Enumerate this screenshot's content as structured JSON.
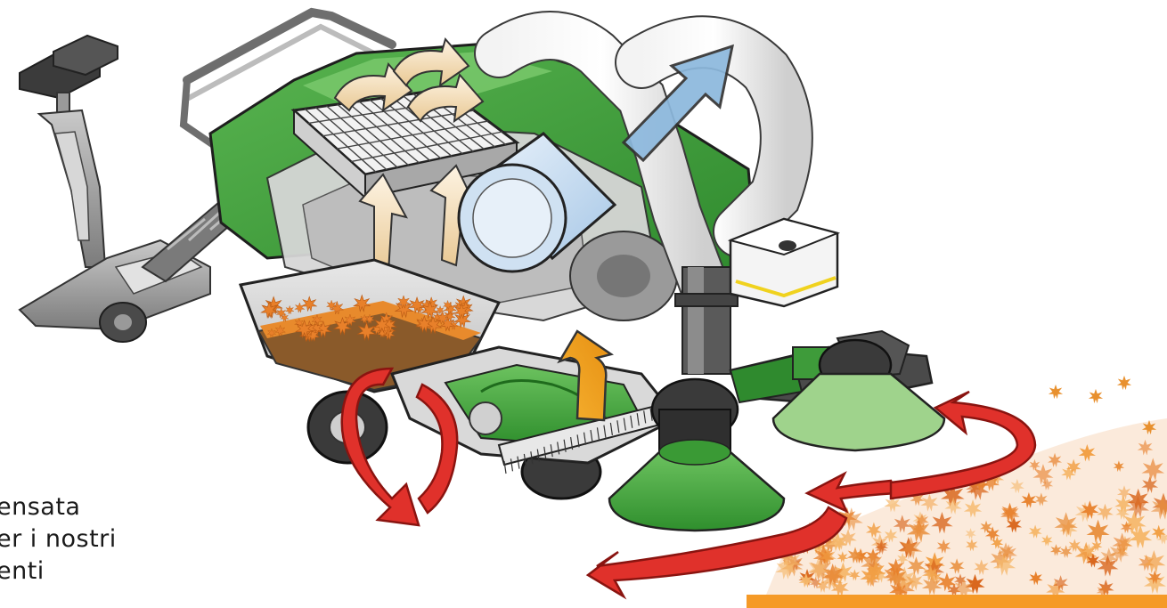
{
  "caption": {
    "lines": [
      "ensata",
      "er i nostri",
      "enti"
    ]
  },
  "colors": {
    "body_green": "#3e9b3a",
    "light_green": "#7cc06a",
    "frame_gray": "#8a8a8a",
    "dark_gray": "#4a4a4a",
    "filter_arrow": "#f3dcb4",
    "exhaust_blue": "#8cb8dd",
    "rotation_red": "#e0312b",
    "suction_orange": "#f2a316",
    "leaf_orange": "#e8802a",
    "accent_bar": "#f59a27"
  },
  "icons": [
    "seat-icon",
    "filter-icon",
    "exhaust-arrow-icon",
    "rotation-arrow-icon",
    "suction-arrow-icon",
    "leaf-pile-icon"
  ]
}
